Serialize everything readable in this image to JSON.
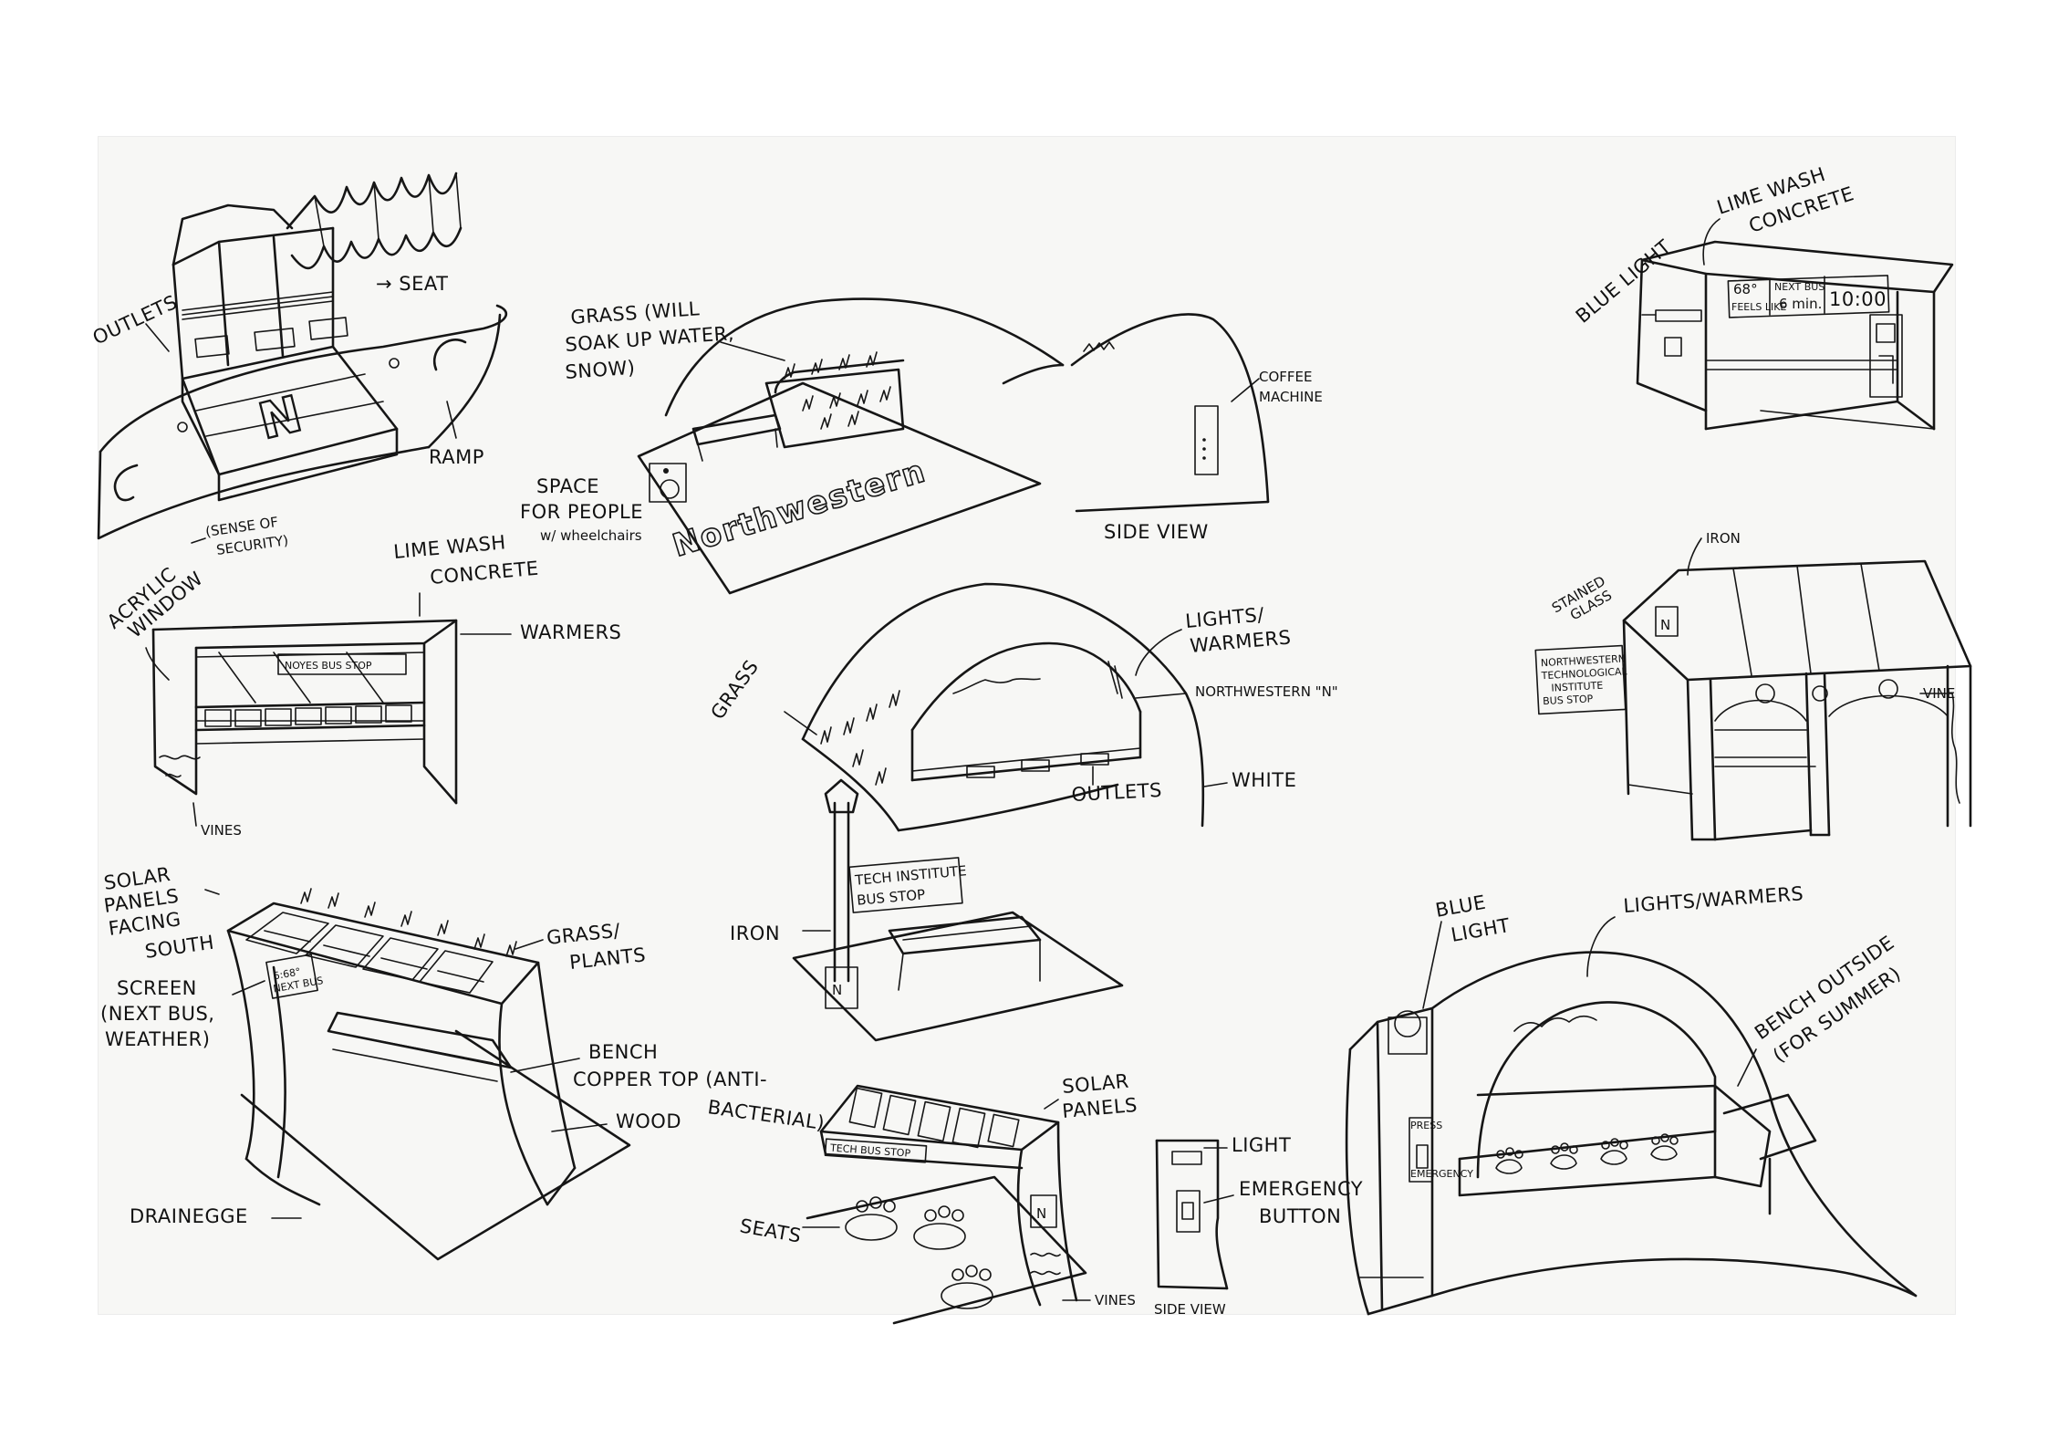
{
  "sketch_1": {
    "outlets": "OUTLETS",
    "seat": "→ SEAT",
    "ramp": "RAMP",
    "logo": "N"
  },
  "sketch_2": {
    "grass_note": [
      "GRASS (WILL",
      "SOAK UP WATER,",
      "SNOW)"
    ],
    "space_note": [
      "SPACE",
      "FOR PEOPLE",
      "w/ wheelchairs"
    ],
    "ground_text": "Northwestern",
    "coffee": [
      "COFFEE",
      "MACHINE"
    ],
    "side_view": "SIDE VIEW"
  },
  "sketch_3": {
    "blue_light": "BLUE LIGHT",
    "lime_wash": [
      "LIME WASH",
      "CONCRETE"
    ],
    "screen_temp": "68°",
    "screen_feels": "FEELS LIKE",
    "screen_next": "NEXT BUS",
    "screen_min": "6 min.",
    "screen_time": "10:00"
  },
  "sketch_4": {
    "acrylic": [
      "ACRYLIC",
      "WINDOW"
    ],
    "security": [
      "(SENSE OF",
      "SECURITY)"
    ],
    "lime_wash": [
      "LIME WASH",
      "CONCRETE"
    ],
    "warmers": "WARMERS",
    "sign": "NOYES BUS STOP",
    "vines": "VINES"
  },
  "sketch_5": {
    "grass": "GRASS",
    "lights": [
      "LIGHTS/",
      "WARMERS"
    ],
    "northwestern_n": "NORTHWESTERN \"N\"",
    "outlets": "OUTLETS",
    "white": "WHITE",
    "iron": "IRON",
    "sign": [
      "TECH INSTITUTE",
      "BUS STOP"
    ],
    "post_logo": "N"
  },
  "sketch_6": {
    "iron": "IRON",
    "stained": [
      "STAINED",
      "GLASS"
    ],
    "sign": [
      "NORTHWESTERN",
      "TECHNOLOGICAL",
      "INSTITUTE",
      "BUS STOP"
    ],
    "vine": "VINE",
    "logo": "N"
  },
  "sketch_7": {
    "solar": [
      "SOLAR",
      "PANELS",
      "FACING",
      "SOUTH"
    ],
    "screen": [
      "SCREEN",
      "(NEXT BUS,",
      "WEATHER)"
    ],
    "grass": [
      "GRASS/",
      "PLANTS"
    ],
    "bench": [
      "BENCH",
      "COPPER TOP (ANTI-",
      "BACTERIAL)"
    ],
    "wood": "WOOD",
    "drainage": "DRAINEGGE",
    "screen_value": "6:68°",
    "screen_sub": "NEXT BUS"
  },
  "sketch_8": {
    "solar": [
      "SOLAR",
      "PANELS"
    ],
    "sign": "TECH BUS STOP",
    "seats": "SEATS",
    "vines": "VINES",
    "logo": "N"
  },
  "sketch_9": {
    "light": "LIGHT",
    "emergency": [
      "EMERGENCY",
      "BUTTON"
    ],
    "side_view": "SIDE VIEW"
  },
  "sketch_10": {
    "blue_light": [
      "BLUE",
      "LIGHT"
    ],
    "lights": "LIGHTS/WARMERS",
    "bench": [
      "BENCH OUTSIDE",
      "(FOR SUMMER)"
    ],
    "panel_label": [
      "PRESS",
      "EMERGENCY"
    ]
  }
}
